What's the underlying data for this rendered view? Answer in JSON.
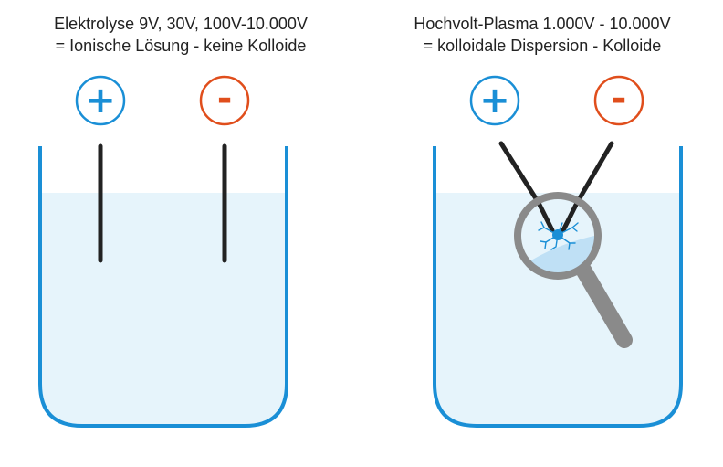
{
  "left_panel": {
    "title_line1": "Elektrolyse 9V, 30V, 100V-10.000V",
    "title_line2": "= Ionische Lösung - keine Kolloide",
    "plus_label": "+",
    "minus_label": "-"
  },
  "right_panel": {
    "title_line1": "Hochvolt-Plasma 1.000V - 10.000V",
    "title_line2": "= kolloidale Dispersion - Kolloide",
    "plus_label": "+",
    "minus_label": "-"
  },
  "colors": {
    "positive": "#1a8fd6",
    "negative": "#e04e1c",
    "container": "#1a8fd6",
    "liquid": "#e6f4fb",
    "electrode": "#222222",
    "magnifier": "#8a8a8a"
  },
  "icons": [
    "beaker-icon",
    "electrode-icon",
    "magnifier-icon",
    "plasma-spark-icon"
  ]
}
